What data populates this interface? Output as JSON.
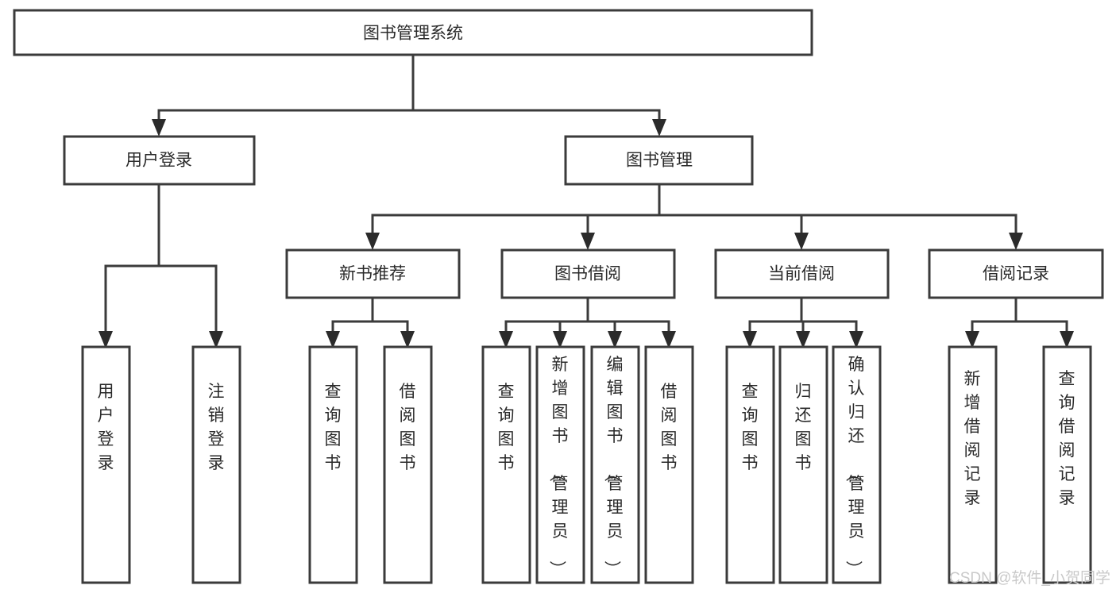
{
  "diagram": {
    "title": "图书管理系统",
    "type": "hierarchy-tree",
    "root": {
      "id": "root",
      "label": "图书管理系统",
      "orientation": "horizontal"
    },
    "level2": [
      {
        "id": "user-login",
        "label": "用户登录",
        "orientation": "horizontal"
      },
      {
        "id": "book-manage",
        "label": "图书管理",
        "orientation": "horizontal"
      }
    ],
    "level3": [
      {
        "id": "new-book-recommend",
        "label": "新书推荐",
        "orientation": "horizontal"
      },
      {
        "id": "book-borrow",
        "label": "图书借阅",
        "orientation": "horizontal"
      },
      {
        "id": "current-borrow",
        "label": "当前借阅",
        "orientation": "horizontal"
      },
      {
        "id": "borrow-record",
        "label": "借阅记录",
        "orientation": "horizontal"
      }
    ],
    "leaves": {
      "user_login": [
        {
          "id": "leaf-user-login",
          "label": "用户登录",
          "orientation": "vertical"
        },
        {
          "id": "leaf-logout",
          "label": "注销登录",
          "orientation": "vertical"
        }
      ],
      "new_book_recommend": [
        {
          "id": "leaf-query-book-1",
          "label": "查询图书",
          "orientation": "vertical"
        },
        {
          "id": "leaf-borrow-book-1",
          "label": "借阅图书",
          "orientation": "vertical"
        }
      ],
      "book_borrow": [
        {
          "id": "leaf-query-book-2",
          "label": "查询图书",
          "orientation": "vertical"
        },
        {
          "id": "leaf-add-book",
          "label": "新增图书（管理员）",
          "orientation": "vertical"
        },
        {
          "id": "leaf-edit-book",
          "label": "编辑图书（管理员）",
          "orientation": "vertical"
        },
        {
          "id": "leaf-borrow-book-2",
          "label": "借阅图书",
          "orientation": "vertical"
        }
      ],
      "current_borrow": [
        {
          "id": "leaf-query-book-3",
          "label": "查询图书",
          "orientation": "vertical"
        },
        {
          "id": "leaf-return-book",
          "label": "归还图书",
          "orientation": "vertical"
        },
        {
          "id": "leaf-confirm-return",
          "label": "确认归还（管理员）",
          "orientation": "vertical"
        }
      ],
      "borrow_record": [
        {
          "id": "leaf-add-record",
          "label": "新增借阅记录",
          "orientation": "vertical"
        },
        {
          "id": "leaf-query-record",
          "label": "查询借阅记录",
          "orientation": "vertical"
        }
      ]
    },
    "colors": {
      "box_stroke": "#3b3b3b",
      "box_fill": "#ffffff",
      "connector": "#3b3b3b",
      "text": "#2a2a2a",
      "watermark": "#c9c9c9",
      "background": "#ffffff"
    }
  },
  "watermark": {
    "text": "CSDN @软件_小贺同学"
  }
}
